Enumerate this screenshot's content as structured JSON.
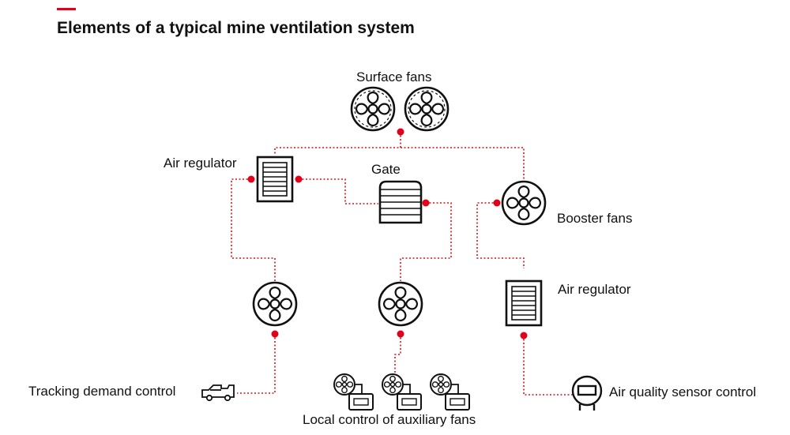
{
  "page": {
    "title": "Elements of a typical mine ventilation system"
  },
  "labels": {
    "surface_fans": "Surface fans",
    "air_regulator_left": "Air regulator",
    "gate": "Gate",
    "booster_fans": "Booster fans",
    "air_regulator_right": "Air regulator",
    "tracking_demand_control": "Tracking demand control",
    "local_control_auxiliary_fans": "Local control of auxiliary fans",
    "air_quality_sensor_control": "Air quality sensor control"
  },
  "colors": {
    "accent": "#e2001a",
    "connector": "#d4141c",
    "stroke": "#111111"
  },
  "icons": [
    "surface-fan-icon",
    "surface-fan-icon",
    "air-regulator-icon",
    "gate-icon",
    "booster-fan-icon",
    "fan-icon",
    "fan-icon",
    "air-regulator-icon",
    "vehicle-icon",
    "auxiliary-fan-controller-icon",
    "air-quality-sensor-icon"
  ]
}
